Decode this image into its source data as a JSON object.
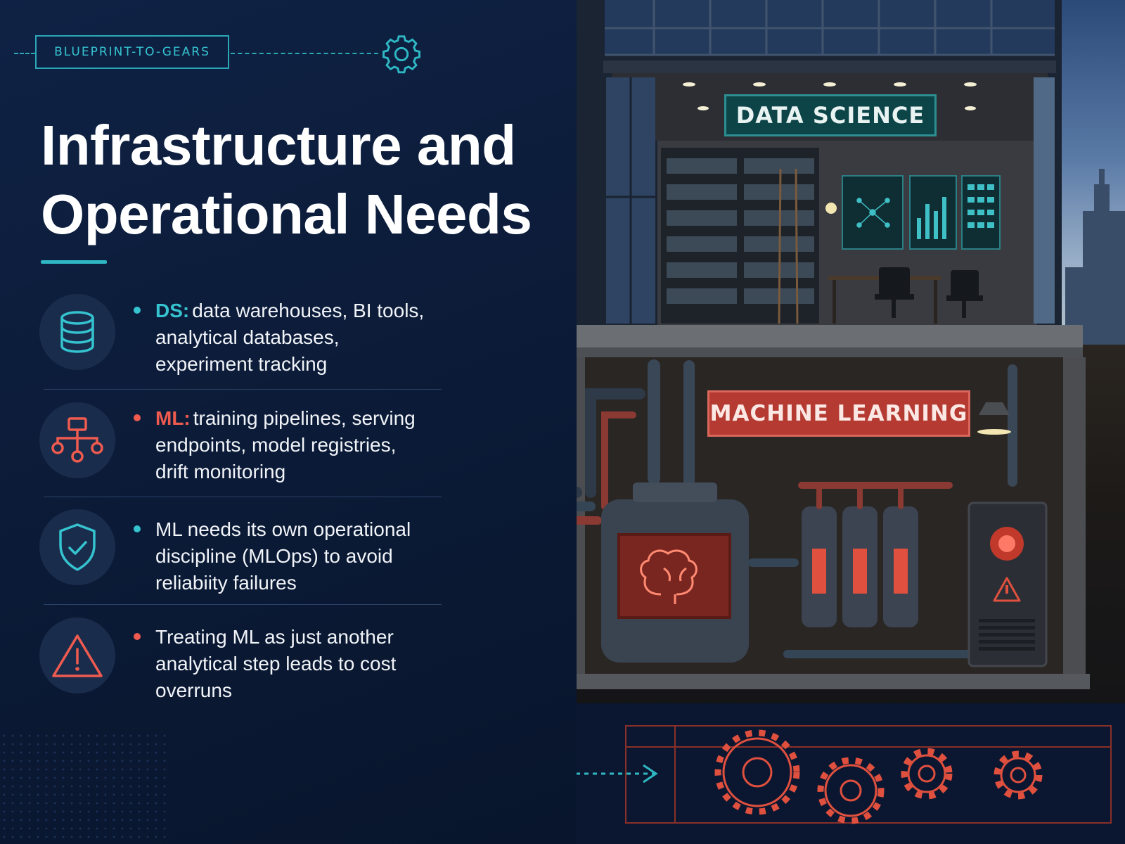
{
  "badge": {
    "label": "BLUEPRINT-TO-GEARS"
  },
  "title": {
    "line1": "Infrastructure and",
    "line2": "Operational Needs"
  },
  "items": [
    {
      "icon": "database-icon",
      "lead": "DS:",
      "text": "data warehouses, BI tools, analytical databases, experiment tracking",
      "accent": "#35c3cf"
    },
    {
      "icon": "workflow-icon",
      "lead": "ML:",
      "text": "training pipelines, serving endpoints, model registries, drift monitoring",
      "accent": "#ef5b4f"
    },
    {
      "icon": "shield-check-icon",
      "lead": "",
      "text": "ML needs its own operational discipline (MLOps) to avoid reliabiity failures",
      "accent": "#35c3cf"
    },
    {
      "icon": "warning-icon",
      "lead": "",
      "text": "Treating ML as just another analytical step leads to cost overruns",
      "accent": "#ef5b4f"
    }
  ],
  "illustration": {
    "ds_sign": "DATA SCIENCE",
    "ml_sign": "MACHINE LEARNING"
  },
  "colors": {
    "background": "#0b1a34",
    "teal": "#35c3cf",
    "red": "#ef5b4f"
  }
}
